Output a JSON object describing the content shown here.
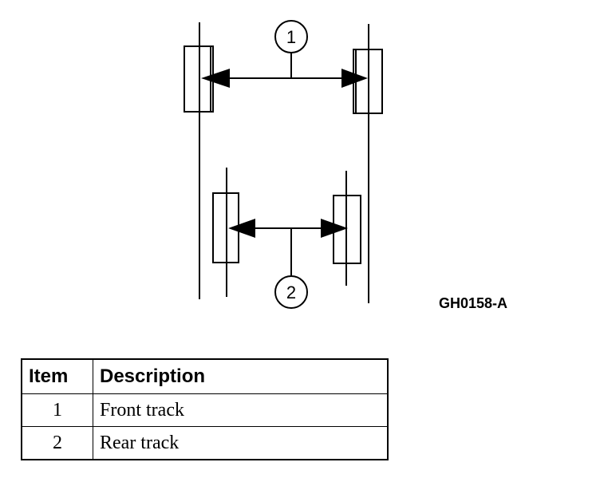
{
  "figure": {
    "code": "GH0158-A",
    "callouts": [
      "1",
      "2"
    ]
  },
  "table": {
    "headers": {
      "item": "Item",
      "description": "Description"
    },
    "rows": [
      {
        "item": "1",
        "description": "Front track"
      },
      {
        "item": "2",
        "description": "Rear track"
      }
    ]
  }
}
